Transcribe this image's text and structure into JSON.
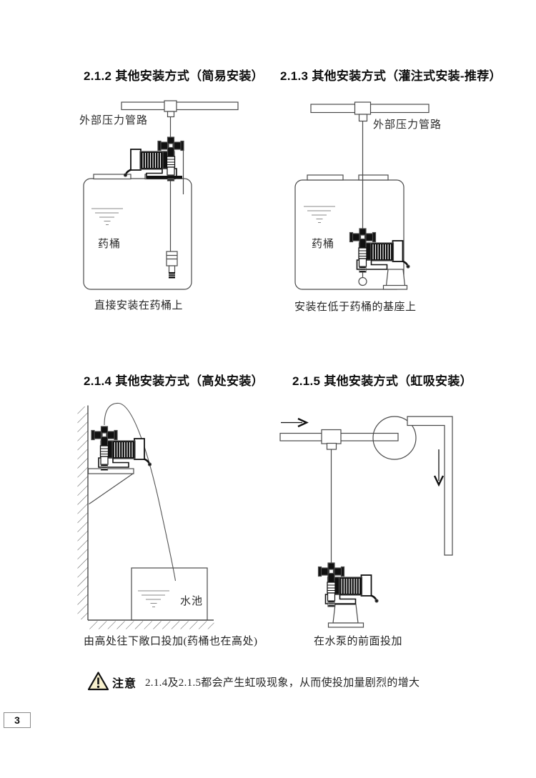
{
  "page": {
    "number": "3"
  },
  "sections": {
    "s212": {
      "heading": "2.1.2  其他安装方式（简易安装）",
      "pipe_label": "外部压力管路",
      "barrel_label": "药桶",
      "caption": "直接安装在药桶上"
    },
    "s213": {
      "heading": "2.1.3  其他安装方式（灌注式安装-推荐）",
      "pipe_label": "外部压力管路",
      "barrel_label": "药桶",
      "caption": "安装在低于药桶的基座上"
    },
    "s214": {
      "heading": "2.1.4  其他安装方式（高处安装）",
      "pool_label": "水池",
      "caption": "由高处往下敞口投加(药桶也在高处)"
    },
    "s215": {
      "heading": "2.1.5  其他安装方式（虹吸安装）",
      "caption": "在水泵的前面投加"
    }
  },
  "notice": {
    "icon": "warning-triangle-icon",
    "label": "注意",
    "text": "2.1.4及2.1.5都会产生虹吸现象，从而使投加量剧烈的增大"
  },
  "colors": {
    "ink": "#111111",
    "line": "#4a4a4a",
    "water_line": "#8a8a8a",
    "warning_fill": "#f8f1cd"
  }
}
